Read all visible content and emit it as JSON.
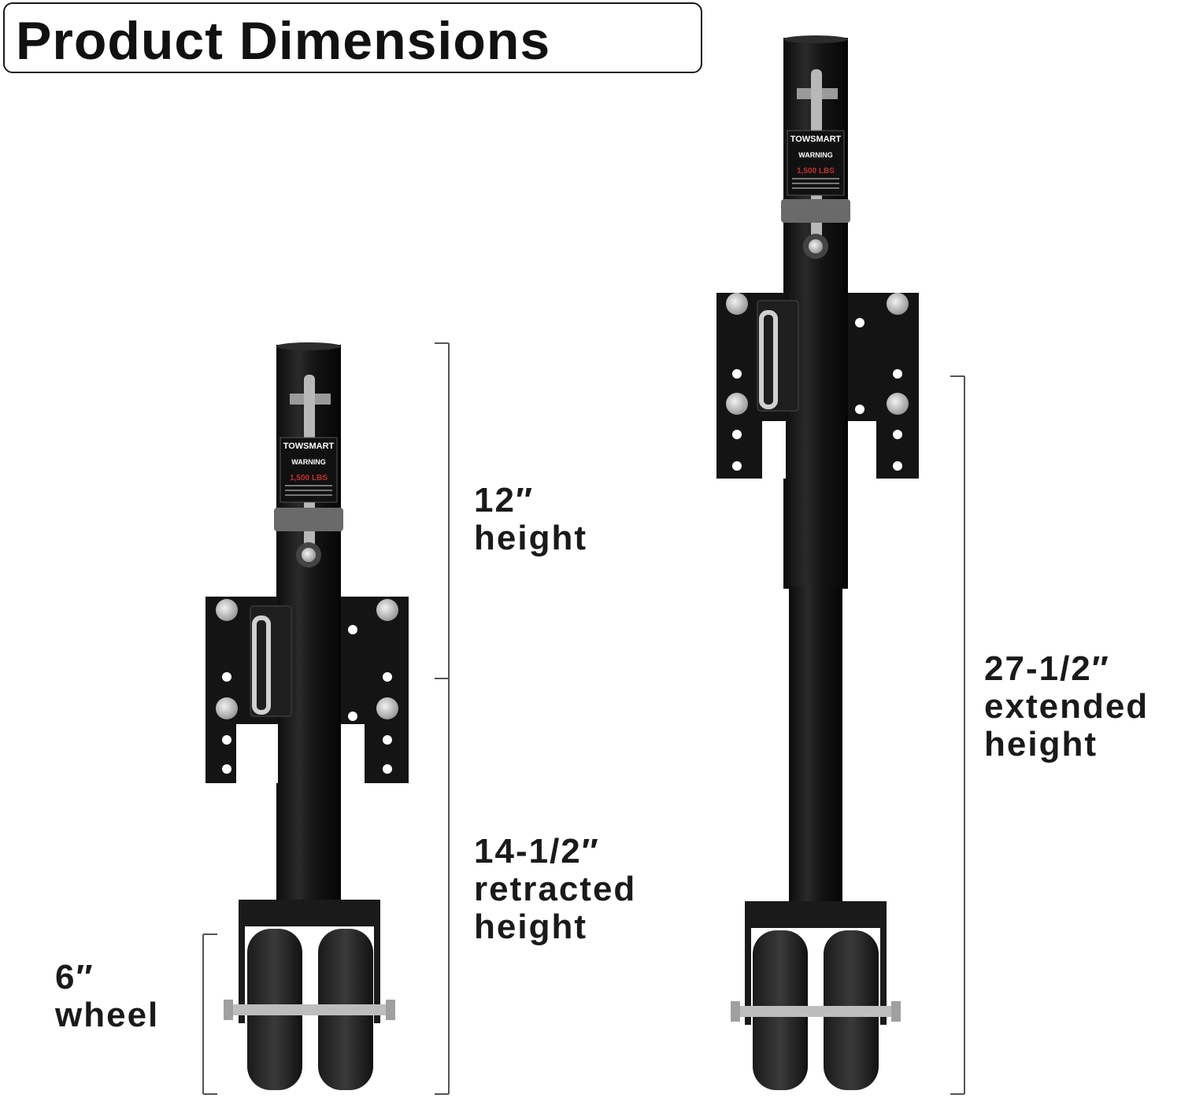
{
  "title": "Product Dimensions",
  "brand_label": "TOWSMART",
  "warning_label": {
    "heading": "WARNING",
    "capacity": "1,500 LBS"
  },
  "dimensions": {
    "upper_segment": {
      "value": "12″",
      "label": "height"
    },
    "retracted": {
      "value": "14-1/2″",
      "label": "retracted height"
    },
    "wheel": {
      "value": "6″",
      "label": "wheel"
    },
    "extended": {
      "value": "27-1/2″",
      "label": "extended height"
    }
  },
  "colors": {
    "frame": "#141414",
    "wheel": "#2a2a2a",
    "bolt": "#c8c8c8",
    "warning_red": "#c0302a",
    "text": "#1a1a1a"
  }
}
